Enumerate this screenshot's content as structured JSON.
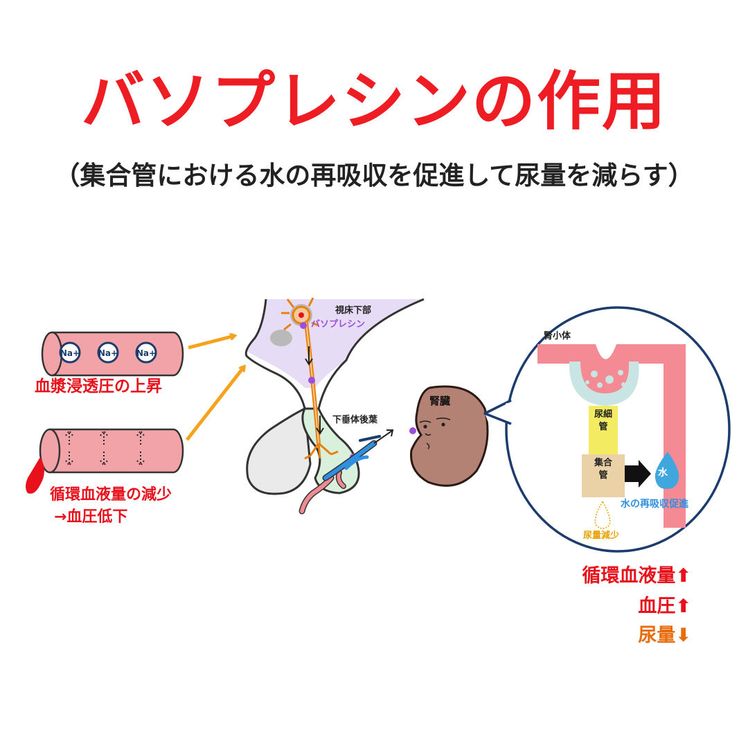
{
  "title": "バソプレシンの作用",
  "subtitle": "（集合管における水の再吸収を促進して尿量を減らす）",
  "left": {
    "ion_label": "Na+",
    "plasma_label": "血漿浸透圧の上昇",
    "volume_label_1": "循環血液量の減少",
    "volume_label_2": "→血圧低下"
  },
  "brain": {
    "hypothalamus": "視床下部",
    "vasopressin": "バソプレシン",
    "posterior_pituitary": "下垂体後葉"
  },
  "kidney": {
    "label": "腎臓"
  },
  "nephron": {
    "glomerulus": "腎小体",
    "tubule": "尿細管",
    "collecting_duct": "集合管",
    "water_icon": "水",
    "reabsorption": "水の再吸収促進",
    "urine_decrease": "尿量減少"
  },
  "results": [
    {
      "text": "循環血液量",
      "arrow": "⬆",
      "color": "#e8111b"
    },
    {
      "text": "血圧",
      "arrow": "⬆",
      "color": "#e8111b"
    },
    {
      "text": "尿量",
      "arrow": "⬇",
      "color": "#e86c0c"
    }
  ],
  "colors": {
    "title_red": "#ee1d23",
    "vessel_pink": "#f2a3a8",
    "arrow_orange": "#f6a21e",
    "hypothalamus_lavender": "#e7dcf5",
    "pituitary_green": "#d9f0dc",
    "kidney_brown": "#b48275",
    "bubble_navy": "#1d3c6e",
    "tubule_yellow": "#f3ec62",
    "duct_tan": "#ead2a6",
    "water_blue": "#3fa6de"
  }
}
